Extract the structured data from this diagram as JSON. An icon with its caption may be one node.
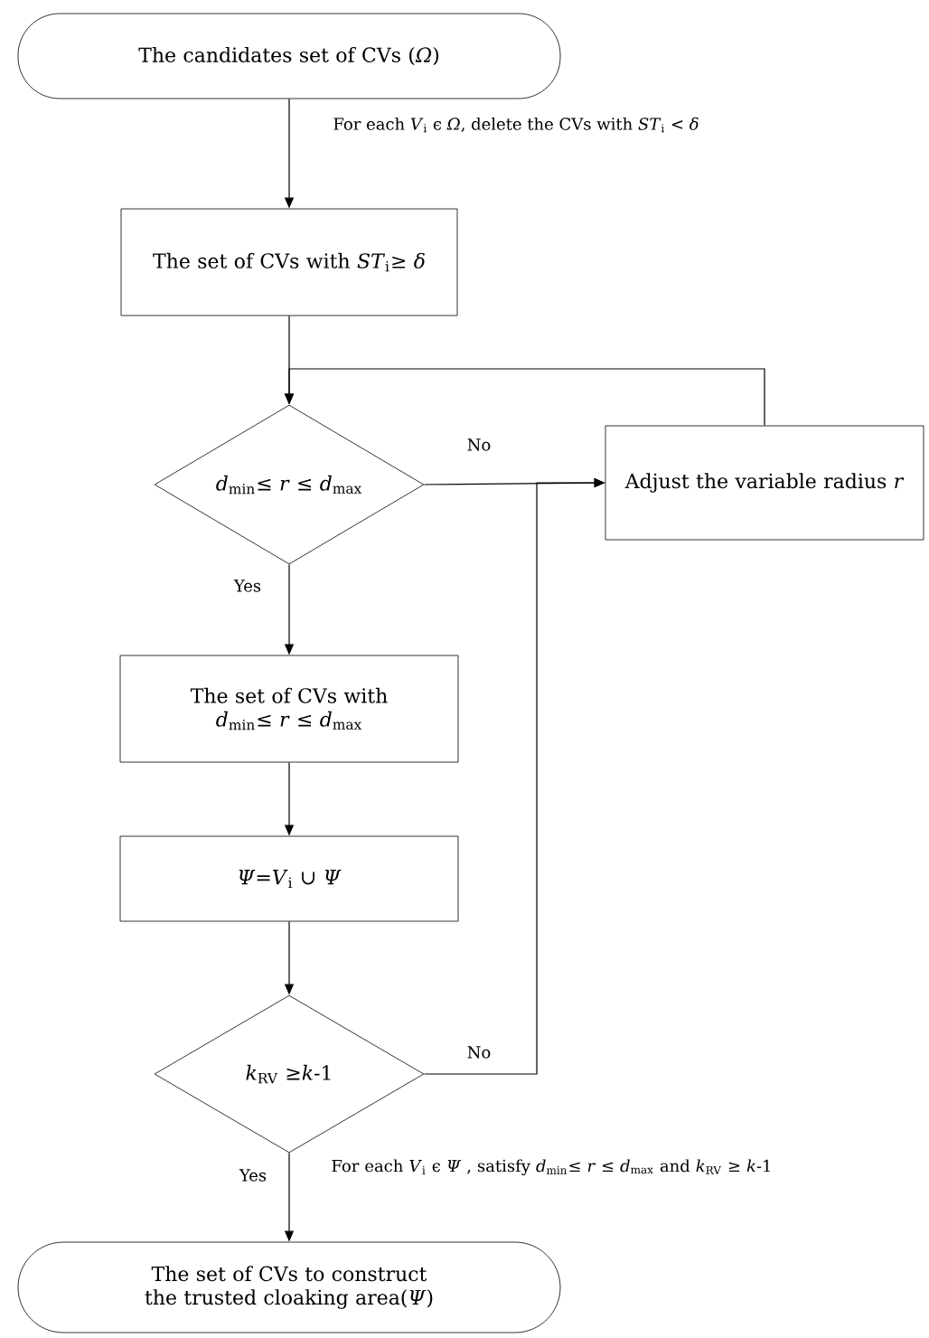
{
  "diagram": {
    "nodes": [
      {
        "text": [
          "The candidates set of CVs (*Ω*)"
        ]
      },
      {
        "text": [
          "The set of CVs with *ST*$_{i}$≥ *δ*"
        ]
      },
      {
        "text": [
          "*d*$_{min}$≤ *r* ≤ *d*$_{max}$"
        ]
      },
      {
        "text": [
          "Adjust the variable radius *r*"
        ]
      },
      {
        "text": [
          "The set of CVs with *d*$_{min}$≤ *r* ≤ *d*$_{max}$"
        ]
      },
      {
        "text": [
          "*Ψ*=*V*$_{i}$ ∪ *Ψ*"
        ]
      },
      {
        "text": [
          "*k*$_{RV}$ ≥*k*-1"
        ]
      },
      {
        "text": [
          "The set of CVs to construct the trusted cloaking area(*Ψ*)"
        ]
      }
    ],
    "edges": [
      {
        "from": 0,
        "to": 1,
        "arrow": "to",
        "label": "For each *V*$_{i}$ ϵ *Ω*, delete the CVs with *ST*$_{i}$ < *δ*"
      },
      {
        "from": 1,
        "to": 2,
        "arrow": "to"
      },
      {
        "from": 2,
        "to": 3,
        "arrow": "to",
        "label": "No"
      },
      {
        "from": 3,
        "to": 2,
        "arrow": "to"
      },
      {
        "from": 2,
        "to": 4,
        "arrow": "to",
        "label": "Yes"
      },
      {
        "from": 4,
        "to": 5,
        "arrow": "to"
      },
      {
        "from": 5,
        "to": 6,
        "arrow": "to"
      },
      {
        "from": 6,
        "to": 3,
        "arrow": "to",
        "label": "No"
      },
      {
        "from": 6,
        "to": 7,
        "arrow": "to",
        "label": "Yes"
      }
    ],
    "labels": [
      "For each *V*$_{i}$ ϵ *Ψ* , satisfy *d*$_{min}$≤ *r* ≤ *d*$_{max}$ and *k*$_{RV}$ ≥ *k*-1"
    ]
  }
}
